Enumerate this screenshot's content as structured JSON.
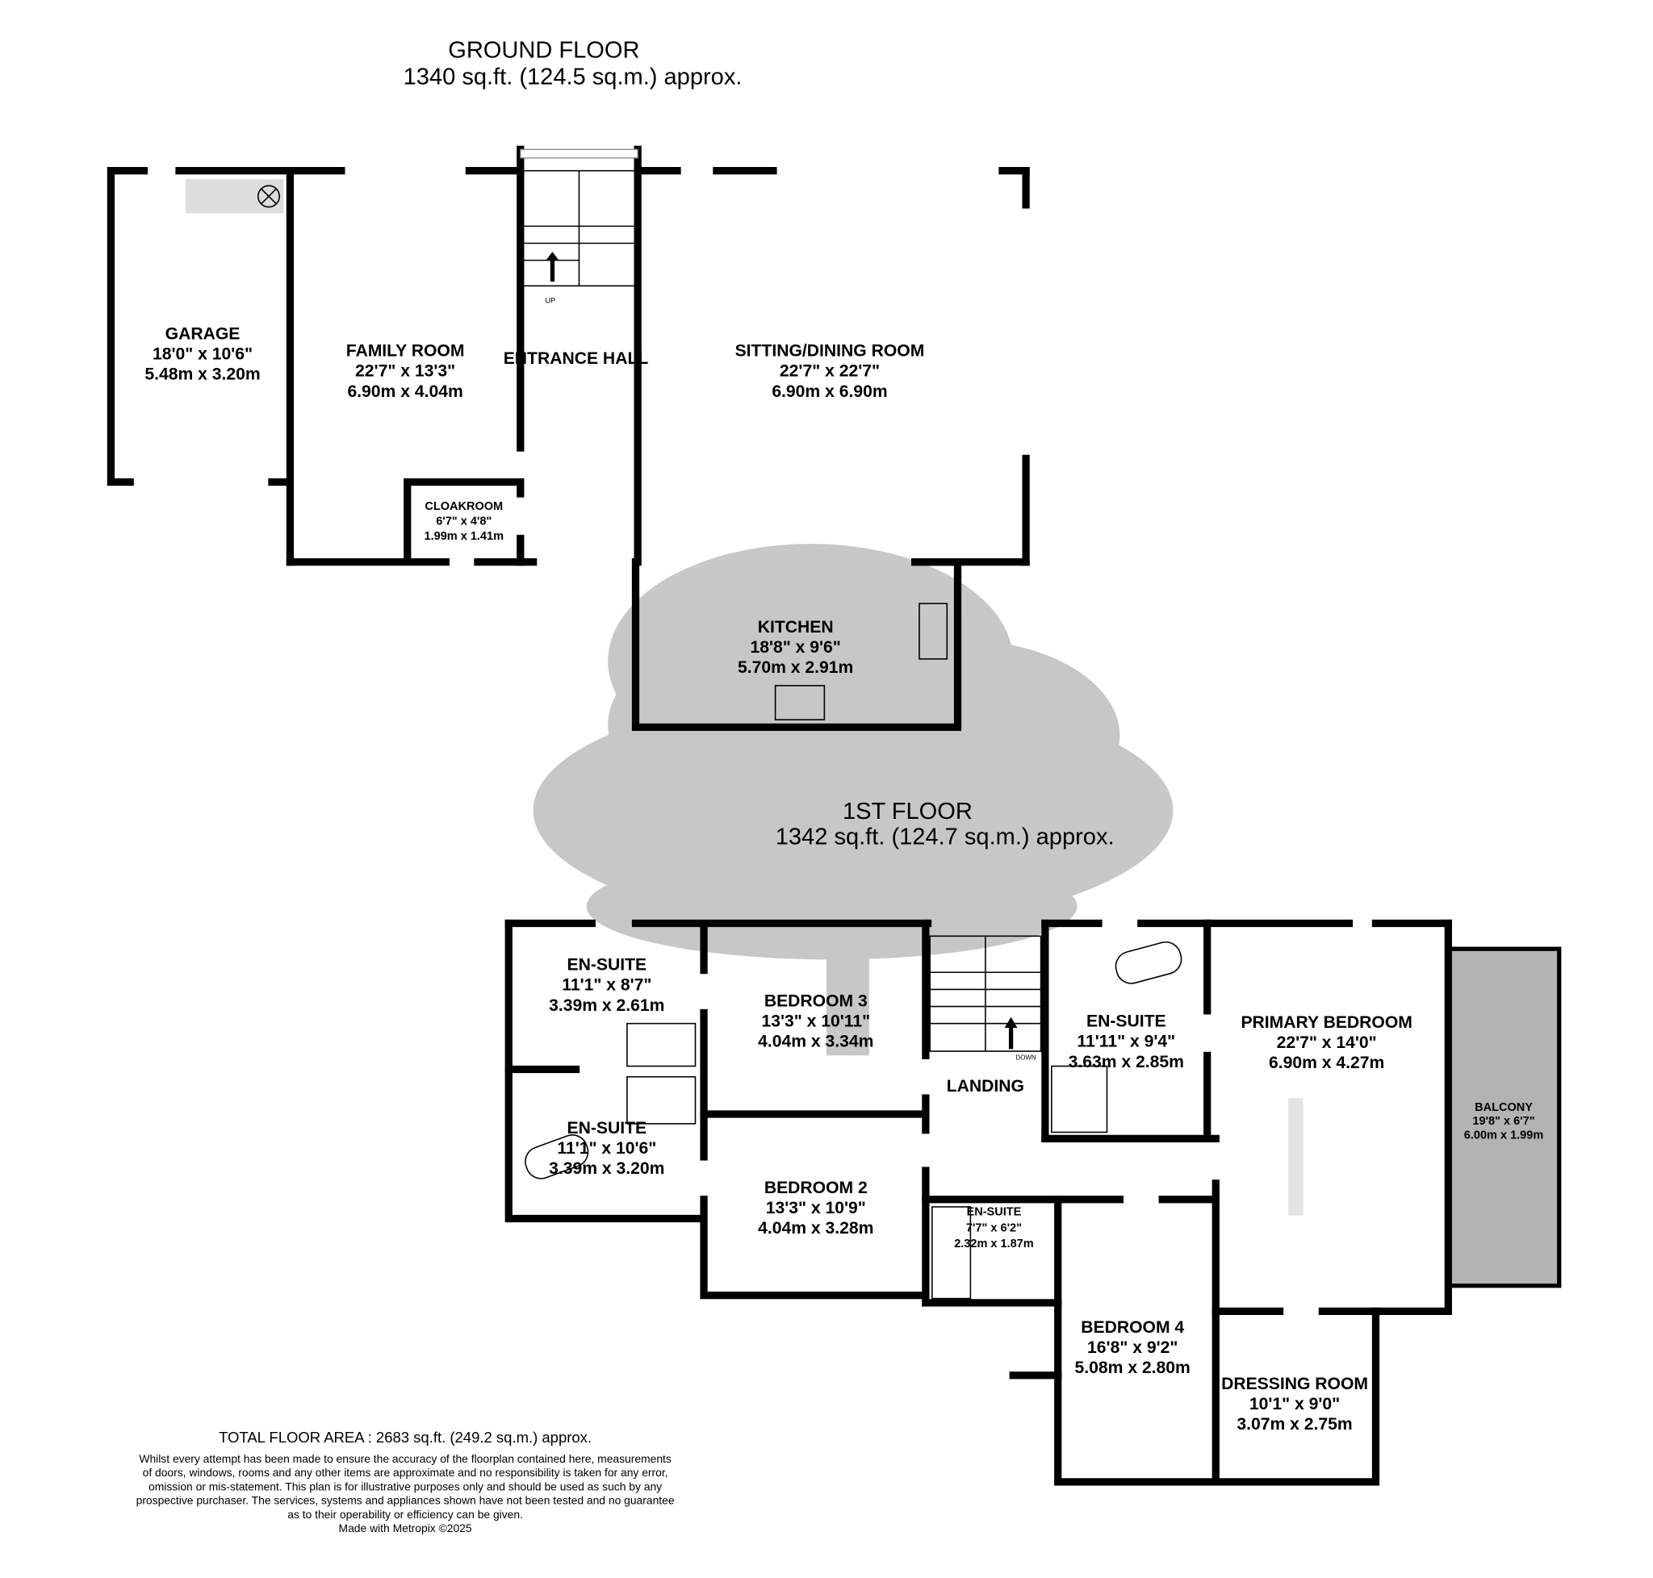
{
  "ground_floor": {
    "title": "GROUND FLOOR",
    "area": "1340 sq.ft. (124.5 sq.m.) approx.",
    "rooms": {
      "garage": [
        "GARAGE",
        "18'0\"  x 10'6\"",
        "5.48m  x 3.20m"
      ],
      "family_room": [
        "FAMILY ROOM",
        "22'7\"  x 13'3\"",
        "6.90m  x 4.04m"
      ],
      "entrance_hall": [
        "ENTRANCE HALL"
      ],
      "sitting_dining": [
        "SITTING/DINING ROOM",
        "22'7\"  x 22'7\"",
        "6.90m  x 6.90m"
      ],
      "cloakroom": [
        "CLOAKROOM",
        "6'7\"  x 4'8\"",
        "1.99m  x 1.41m"
      ],
      "kitchen": [
        "KITCHEN",
        "18'8\"  x 9'6\"",
        "5.70m  x 2.91m"
      ]
    },
    "stairs_label": "UP"
  },
  "first_floor": {
    "title": "1ST FLOOR",
    "area": "1342 sq.ft. (124.7 sq.m.) approx.",
    "rooms": {
      "ensuite_1": [
        "EN-SUITE",
        "11'1\"  x 8'7\"",
        "3.39m  x 2.61m"
      ],
      "bedroom_3": [
        "BEDROOM 3",
        "13'3\"  x 10'11\"",
        "4.04m  x 3.34m"
      ],
      "ensuite_2": [
        "EN-SUITE",
        "11'1\"  x 10'6\"",
        "3.39m  x 3.20m"
      ],
      "bedroom_2": [
        "BEDROOM 2",
        "13'3\"  x 10'9\"",
        "4.04m  x 3.28m"
      ],
      "landing": [
        "LANDING"
      ],
      "ensuite_3": [
        "EN-SUITE",
        "11'11\"  x 9'4\"",
        "3.63m  x 2.85m"
      ],
      "primary_bedroom": [
        "PRIMARY BEDROOM",
        "22'7\"  x 14'0\"",
        "6.90m  x 4.27m"
      ],
      "balcony": [
        "BALCONY",
        "19'8\"  x 6'7\"",
        "6.00m  x 1.99m"
      ],
      "ensuite_4": [
        "EN-SUITE",
        "7'7\"  x 6'2\"",
        "2.32m  x 1.87m"
      ],
      "bedroom_4": [
        "BEDROOM 4",
        "16'8\"  x 9'2\"",
        "5.08m  x 2.80m"
      ],
      "dressing_room": [
        "DRESSING ROOM",
        "10'1\"  x 9'0\"",
        "3.07m  x 2.75m"
      ]
    },
    "stairs_label": "DOWN"
  },
  "footer": {
    "total": "TOTAL FLOOR AREA : 2683 sq.ft. (249.2 sq.m.) approx.",
    "disclaimer": [
      "Whilst every attempt has been made to ensure the accuracy of the floorplan contained here, measurements",
      "of doors, windows, rooms and any other items are approximate and no responsibility is taken for any error,",
      "omission or mis-statement. This plan is for illustrative purposes only and should be used as such by any",
      "prospective purchaser. The services, systems and appliances shown have not been tested and no guarantee",
      "as to their operability or efficiency can be given."
    ],
    "made_with": "Made with Metropix ©2025"
  },
  "colors": {
    "wall": "#000000",
    "balcony": "#b3b3b3",
    "watermark": "#9a9a9a"
  }
}
